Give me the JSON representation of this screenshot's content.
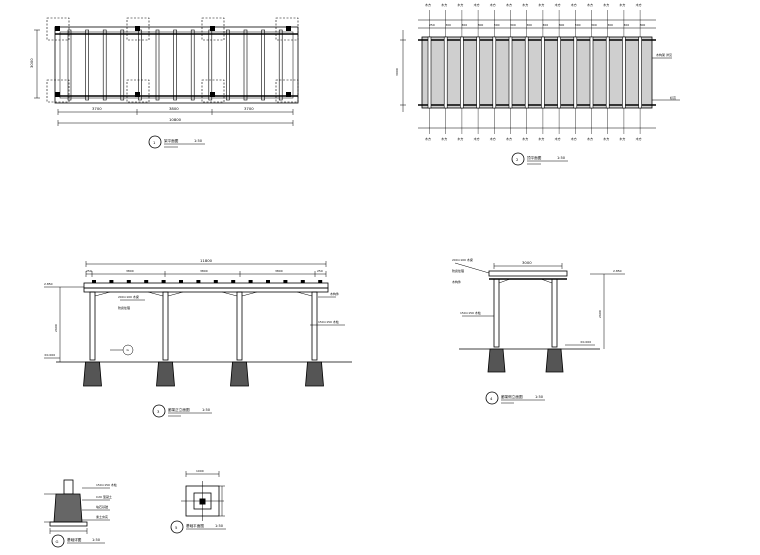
{
  "drawing_1": {
    "number": "1",
    "title": "架平面图",
    "scale": "1:50",
    "dim_bays": [
      "3700",
      "3800",
      "3700"
    ],
    "dim_total": "10800",
    "dim_depth": "3000"
  },
  "drawing_2": {
    "number": "2",
    "title": "顶平面图",
    "scale": "1:50",
    "dim_top": [
      "250",
      "300",
      "300",
      "300",
      "300",
      "300",
      "300",
      "300",
      "300",
      "300",
      "300",
      "300",
      "300",
      "300",
      "250"
    ],
    "note_right": "木构架 详见",
    "note_right2": "标高"
  },
  "drawing_3": {
    "number": "3",
    "title": "廊架正立面图",
    "scale": "1:50",
    "dim_total": "11800",
    "dim_bays": [
      "250",
      "3800",
      "3800",
      "3800",
      "250"
    ],
    "level_top": "2.850",
    "level_ground": "±0.000",
    "height": "2600",
    "callout": "G"
  },
  "drawing_4": {
    "number": "4",
    "title": "廊架侧立面图",
    "scale": "1:50",
    "dim_top": "3000",
    "height": "2600",
    "level_top": "2.850",
    "level_ground": "±0.000"
  },
  "drawing_5": {
    "number": "5",
    "title": "基础平面图",
    "scale": "1:50",
    "dim": "1000"
  },
  "drawing_g": {
    "number": "G",
    "title": "基础详图",
    "scale": "1:50"
  }
}
